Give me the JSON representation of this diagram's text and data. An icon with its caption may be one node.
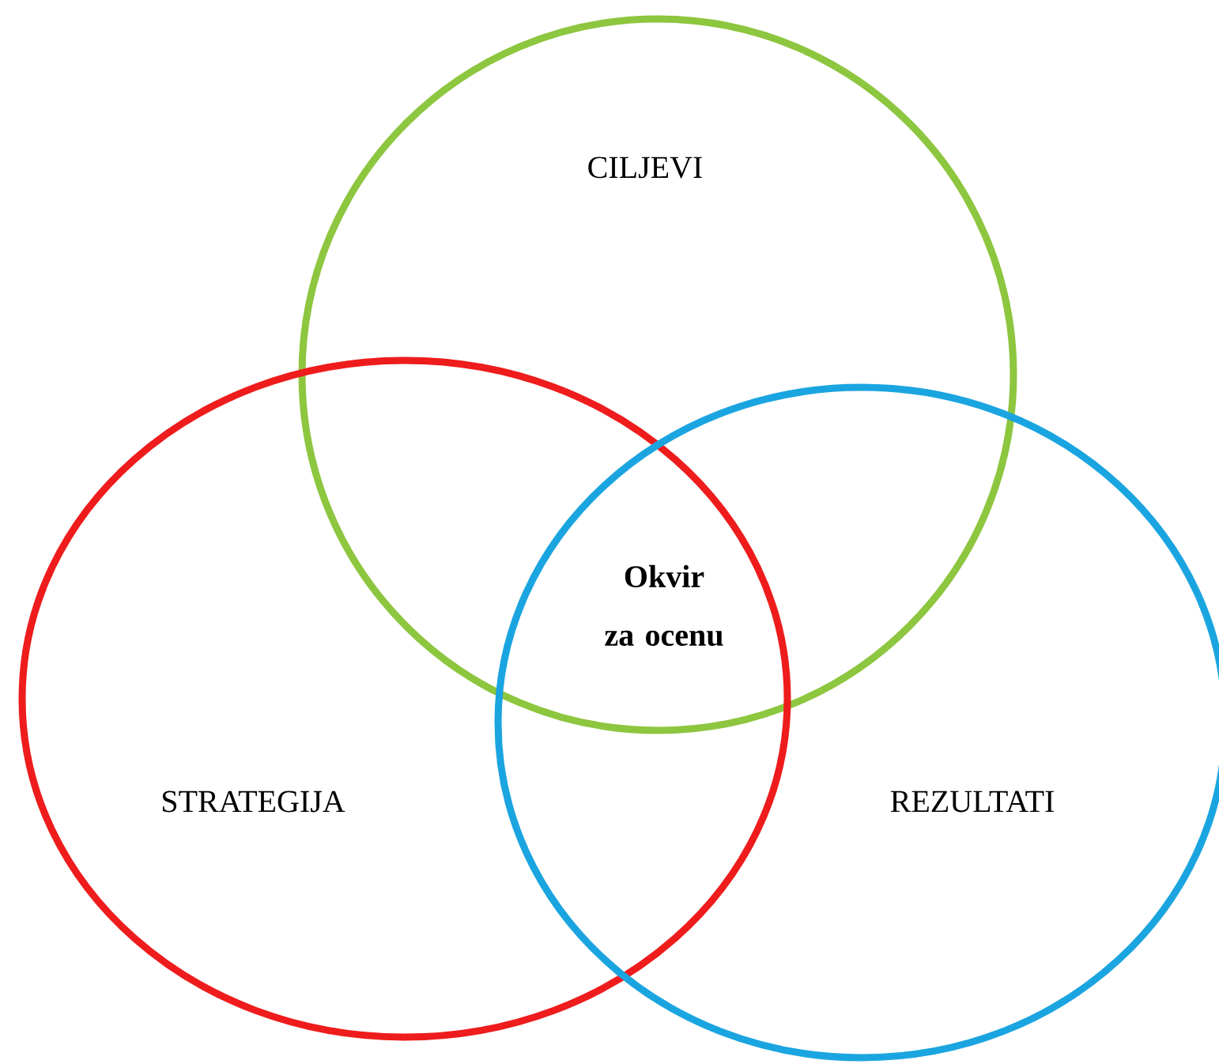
{
  "diagram": {
    "nodes": [
      {
        "text": [
          "CILJEVI"
        ]
      },
      {
        "text": [
          "STRATEGIJA"
        ]
      },
      {
        "text": [
          "REZULTATI"
        ]
      }
    ],
    "labels": [
      "Okvir za ocenu"
    ]
  }
}
